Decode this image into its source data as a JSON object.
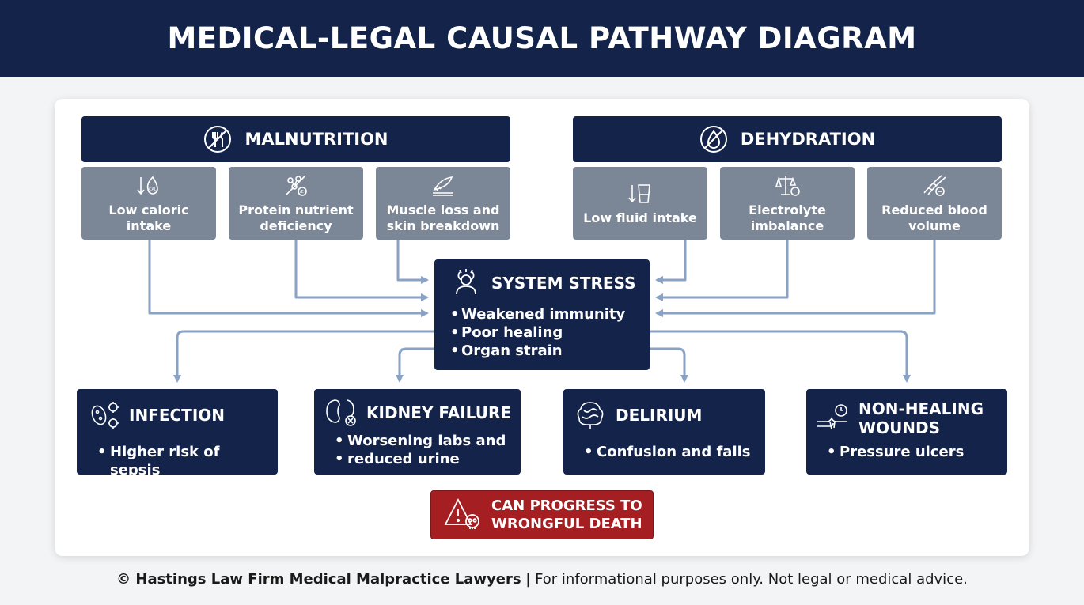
{
  "title": "MEDICAL-LEGAL CAUSAL PATHWAY DIAGRAM",
  "causes": [
    {
      "name": "MALNUTRITION",
      "icon": "crossed-utensils-icon",
      "factors": [
        {
          "label": "Low caloric intake",
          "icon": "calorie-down-icon"
        },
        {
          "label": "Protein nutrient deficiency",
          "icon": "protein-molecule-icon"
        },
        {
          "label": "Muscle loss and skin breakdown",
          "icon": "muscle-skin-icon"
        }
      ]
    },
    {
      "name": "DEHYDRATION",
      "icon": "crossed-droplet-icon",
      "factors": [
        {
          "label": "Low fluid intake",
          "icon": "fluid-down-glass-icon"
        },
        {
          "label": "Electrolyte imbalance",
          "icon": "scale-balance-icon"
        },
        {
          "label": "Reduced blood volume",
          "icon": "blood-vessel-icon"
        }
      ]
    }
  ],
  "system_stress": {
    "title": "SYSTEM STRESS",
    "icon": "stressed-person-icon",
    "effects": [
      "Weakened immunity",
      "Poor healing",
      "Organ strain"
    ]
  },
  "outcomes": [
    {
      "title_lines": [
        "INFECTION"
      ],
      "detail": "Higher risk of sepsis",
      "icon": "bacteria-icon"
    },
    {
      "title_lines": [
        "KIDNEY FAILURE"
      ],
      "detail_lines": [
        "Worsening labs and",
        "reduced urine"
      ],
      "icon": "kidney-icon"
    },
    {
      "title_lines": [
        "DELIRIUM"
      ],
      "detail": "Confusion and falls",
      "icon": "brain-icon"
    },
    {
      "title_lines": [
        "NON-HEALING",
        "WOUNDS"
      ],
      "detail": "Pressure ulcers",
      "icon": "wound-clock-icon"
    }
  ],
  "final_outcome": {
    "lines": [
      "CAN PROGRESS TO",
      "WRONGFUL DEATH"
    ],
    "icon": "warning-skull-icon"
  },
  "footer": {
    "firm": "© Hastings Law Firm Medical Malpractice Lawyers",
    "disclaimer": " | For informational purposes only. Not legal or medical advice."
  },
  "colors": {
    "navy": "#13234a",
    "gray_box": "#7b8696",
    "arrow": "#8aa2c4",
    "danger": "#a41e22"
  }
}
